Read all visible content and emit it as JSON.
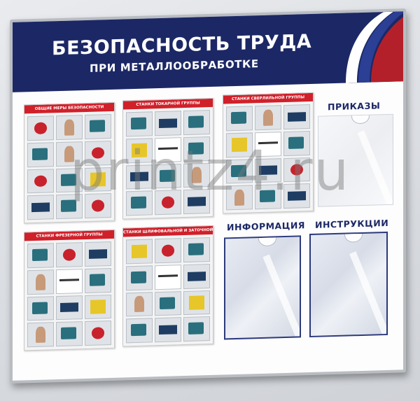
{
  "header": {
    "title": "БЕЗОПАСНОСТЬ ТРУДА",
    "subtitle": "ПРИ МЕТАЛЛООБРАБОТКЕ"
  },
  "posters": [
    {
      "heading": "ОБЩИЕ МЕРЫ БЕЗОПАСНОСТИ"
    },
    {
      "heading": "СТАНКИ ТОКАРНОЙ ГРУППЫ"
    },
    {
      "heading": "СТАНКИ СВЕРЛИЛЬНОЙ ГРУППЫ"
    },
    {
      "heading": "СТАНКИ ФРЕЗЕРНОЙ ГРУППЫ"
    },
    {
      "heading": "СТАНКИ ШЛИФОВАЛЬНОЙ И ЗАТОЧНОЙ ГРУППЫ"
    }
  ],
  "sections": {
    "orders": "ПРИКАЗЫ",
    "information": "ИНФОРМАЦИЯ",
    "instructions": "ИНСТРУКЦИИ"
  },
  "watermark": "printz4.ru",
  "colors": {
    "header_bg": "#1c2865",
    "flag_white": "#ffffff",
    "flag_blue": "#2b3f94",
    "flag_red": "#b3202a",
    "poster_accent": "#d0202a"
  }
}
